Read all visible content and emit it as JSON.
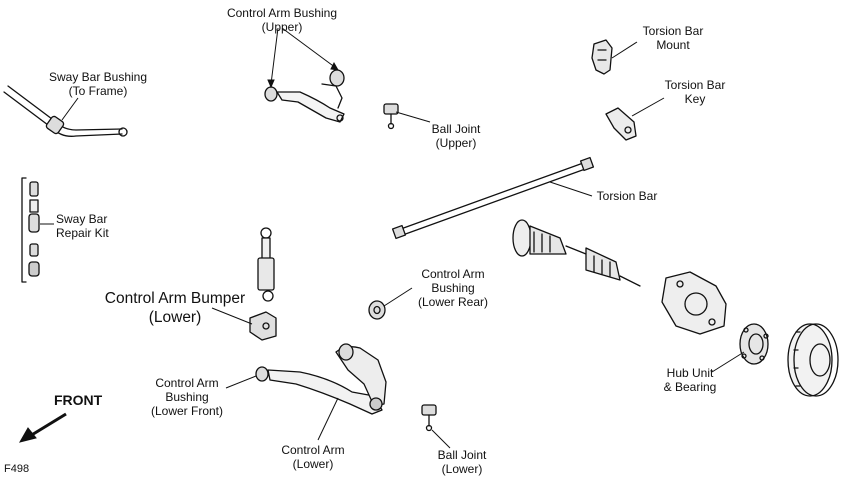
{
  "labels": {
    "control_arm_bushing_upper": [
      "Control Arm Bushing",
      "(Upper)"
    ],
    "sway_bar_bushing": [
      "Sway Bar Bushing",
      "(To Frame)"
    ],
    "ball_joint_upper": [
      "Ball Joint",
      "(Upper)"
    ],
    "torsion_bar_mount": [
      "Torsion Bar",
      "Mount"
    ],
    "torsion_bar_key": [
      "Torsion Bar",
      "Key"
    ],
    "torsion_bar": "Torsion Bar",
    "sway_bar_repair_kit": [
      "Sway Bar",
      "Repair Kit"
    ],
    "control_arm_bushing_lower_rear": [
      "Control Arm",
      "Bushing",
      "(Lower Rear)"
    ],
    "control_arm_bumper_lower": [
      "Control Arm Bumper",
      "(Lower)"
    ],
    "control_arm_bushing_lower_front": [
      "Control Arm",
      "Bushing",
      "(Lower Front)"
    ],
    "control_arm_lower": [
      "Control Arm",
      "(Lower)"
    ],
    "ball_joint_lower": [
      "Ball Joint",
      "(Lower)"
    ],
    "hub_unit_bearing": [
      "Hub Unit",
      "& Bearing"
    ]
  },
  "front_label": "FRONT",
  "figure_id": "F498"
}
